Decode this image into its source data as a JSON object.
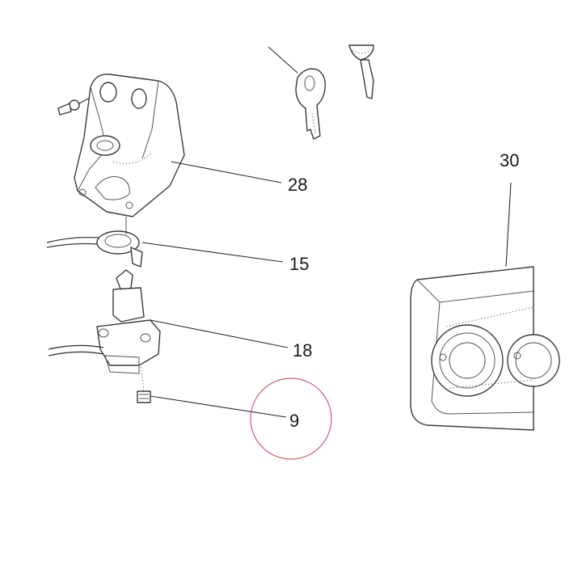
{
  "labels": {
    "part_28": "28",
    "part_15": "15",
    "part_18": "18",
    "part_9": "9",
    "part_30": "30"
  },
  "colors": {
    "line": "#3a3a3a",
    "highlight_circle": "#d0606c",
    "background": "#ffffff"
  }
}
